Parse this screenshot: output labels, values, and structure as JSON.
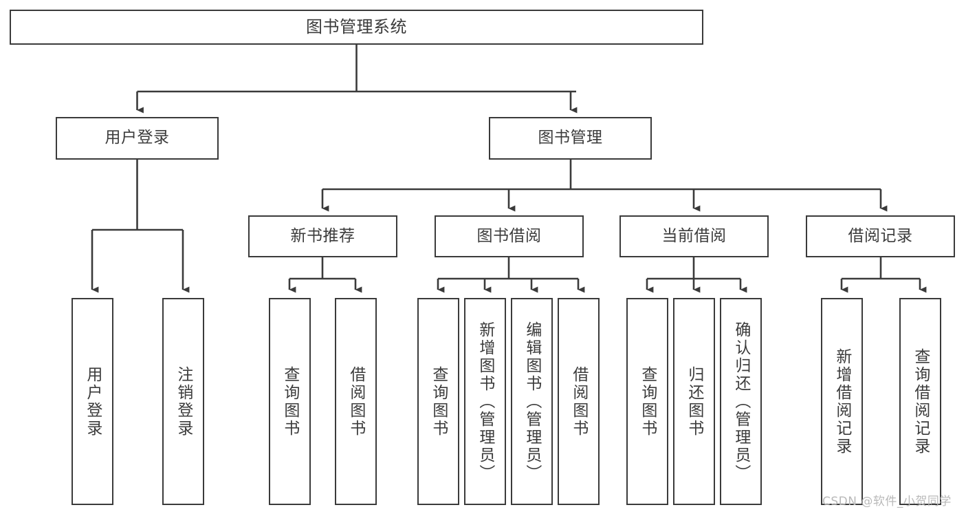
{
  "diagram": {
    "title": "图书管理系统",
    "type": "功能结构图",
    "stroke_color": "#3a3a3a",
    "text_color": "#3b3b3b",
    "background_color": "#ffffff"
  },
  "nodes": {
    "root": {
      "label": "图书管理系统"
    },
    "level1": [
      {
        "label": "用户登录"
      },
      {
        "label": "图书管理"
      }
    ],
    "level2": [
      {
        "label": "新书推荐"
      },
      {
        "label": "图书借阅"
      },
      {
        "label": "当前借阅"
      },
      {
        "label": "借阅记录"
      }
    ],
    "leaves": {
      "user_login": [
        {
          "label": "用户登录"
        },
        {
          "label": "注销登录"
        }
      ],
      "new_book_recommend": [
        {
          "label": "查询图书"
        },
        {
          "label": "借阅图书"
        }
      ],
      "book_borrow": [
        {
          "label": "查询图书"
        },
        {
          "label": "新增图书（管理员）"
        },
        {
          "label": "编辑图书（管理员）"
        },
        {
          "label": "借阅图书"
        }
      ],
      "current_borrow": [
        {
          "label": "查询图书"
        },
        {
          "label": "归还图书"
        },
        {
          "label": "确认归还（管理员）"
        }
      ],
      "borrow_record": [
        {
          "label": "新增借阅记录"
        },
        {
          "label": "查询借阅记录"
        }
      ]
    }
  },
  "watermark": {
    "text": "CSDN @软件_小贺同学"
  }
}
